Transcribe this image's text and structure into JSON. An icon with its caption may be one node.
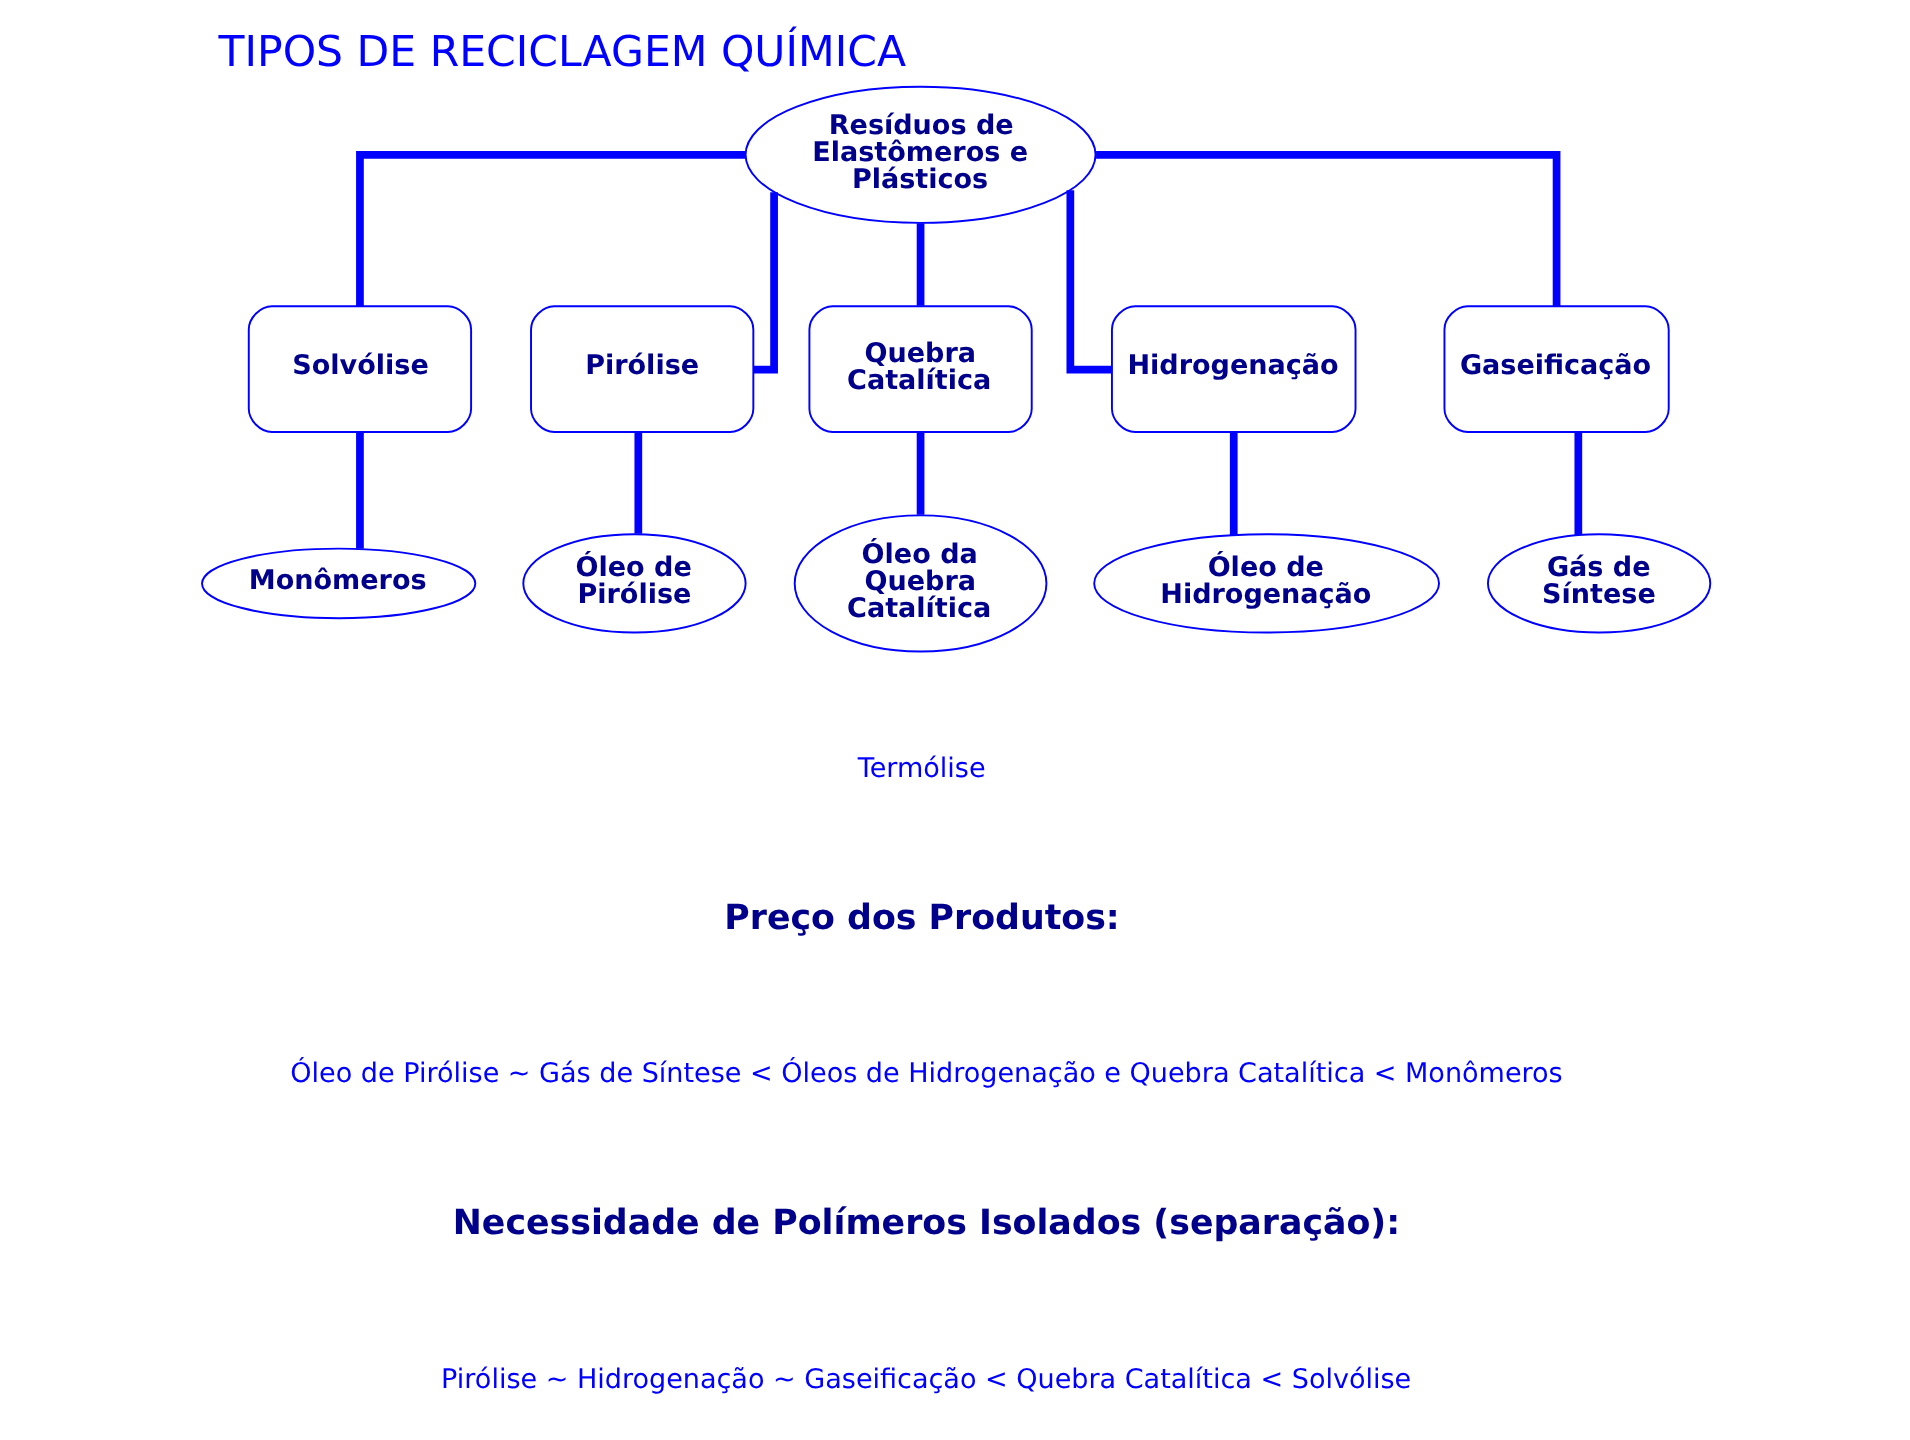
{
  "diagram": {
    "title": "TIPOS DE RECICLAGEM QUÍMICA",
    "nodes": [
      {
        "text": [
          "Resíduos de Elastômeros e Plásticos"
        ]
      },
      {
        "text": [
          "Solvólise"
        ]
      },
      {
        "text": [
          "Pirólise"
        ]
      },
      {
        "text": [
          "Quebra Catalítica"
        ]
      },
      {
        "text": [
          "Hidrogenação"
        ]
      },
      {
        "text": [
          "Gaseificação"
        ]
      },
      {
        "text": [
          "Monômeros"
        ]
      },
      {
        "text": [
          "Óleo de Pirólise"
        ]
      },
      {
        "text": [
          "Óleo da Quebra Catalítica"
        ]
      },
      {
        "text": [
          "Óleo de Hidrogenação"
        ]
      },
      {
        "text": [
          "Gás de Síntese"
        ]
      }
    ],
    "edges": [
      {
        "from": 0,
        "to": 1,
        "arrow": "none"
      },
      {
        "from": 0,
        "to": 2,
        "arrow": "none"
      },
      {
        "from": 0,
        "to": 3,
        "arrow": "none"
      },
      {
        "from": 0,
        "to": 4,
        "arrow": "none"
      },
      {
        "from": 0,
        "to": 5,
        "arrow": "none"
      },
      {
        "from": 1,
        "to": 6,
        "arrow": "none"
      },
      {
        "from": 2,
        "to": 7,
        "arrow": "none"
      },
      {
        "from": 3,
        "to": 8,
        "arrow": "none"
      },
      {
        "from": 4,
        "to": 9,
        "arrow": "none"
      },
      {
        "from": 5,
        "to": 10,
        "arrow": "none"
      }
    ],
    "labels": [
      "Termólise",
      "Preço dos Produtos:",
      "Óleo de Pirólise ~ Gás de Síntese < Óleos de Hidrogenação e Quebra Catalítica < Monômeros",
      "Necessidade de Polímeros Isolados (separação):",
      "Pirólise ~ Hidrogenação ~ Gaseificação < Quebra Catalítica < Solvólise"
    ]
  }
}
